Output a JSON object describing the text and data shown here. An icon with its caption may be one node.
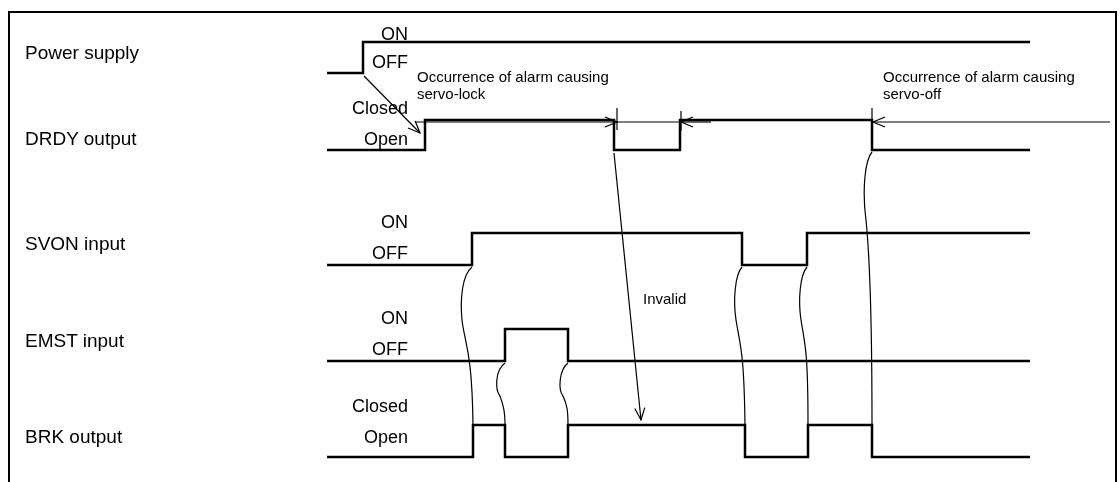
{
  "diagram": {
    "labels": [
      "Power supply",
      "ON",
      "OFF",
      "Occurrence of alarm causing servo-lock",
      "Occurrence of alarm causing servo-off",
      "DRDY output",
      "Closed",
      "Open",
      "SVON input",
      "ON",
      "OFF",
      "Invalid",
      "EMST input",
      "ON",
      "OFF",
      "BRK output",
      "Closed",
      "Open"
    ]
  }
}
